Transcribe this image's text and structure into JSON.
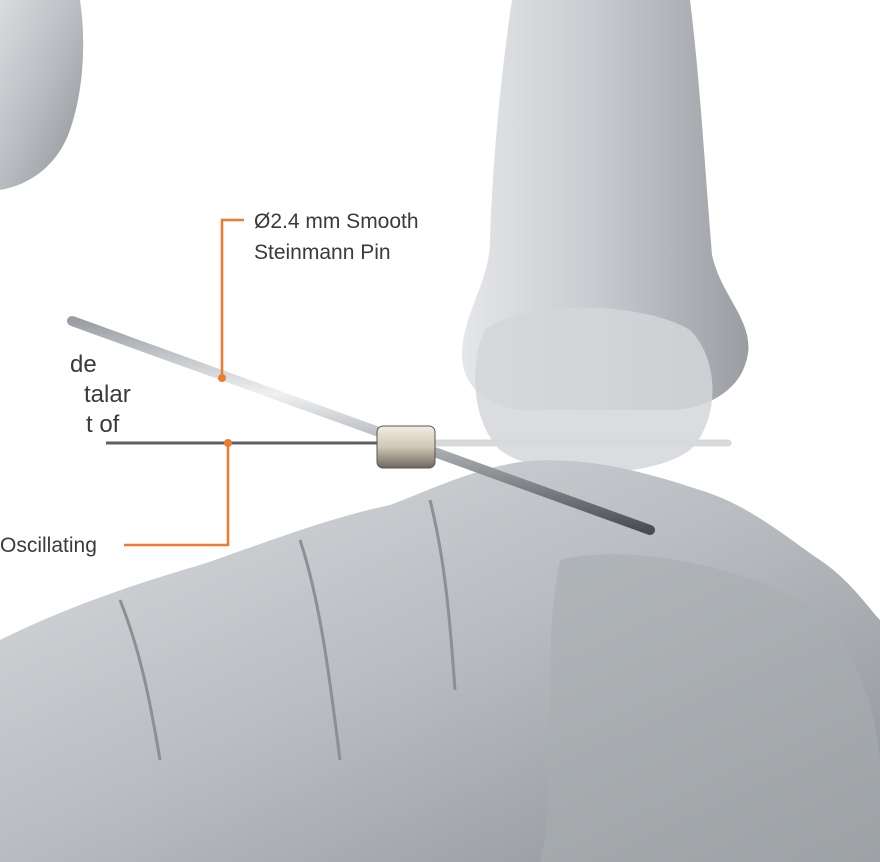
{
  "callouts": {
    "pin_label_line1": "Ø2.4 mm Smooth",
    "pin_label_line2": "Steinmann Pin",
    "saw_label": "Oscillating"
  },
  "partial_text": {
    "line1": "de",
    "line2": "talar",
    "line3": "t of"
  },
  "colors": {
    "callout_line": "#f07a2e",
    "text": "#3a3a3a",
    "bone": "#b8bcc0"
  }
}
